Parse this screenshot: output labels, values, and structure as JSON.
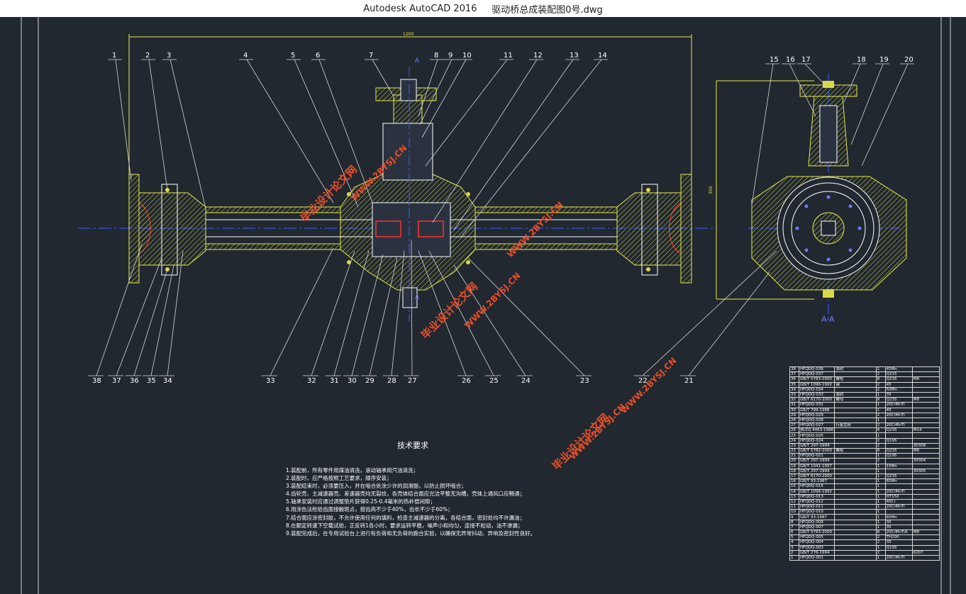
{
  "window": {
    "app_title": "Autodesk AutoCAD 2016",
    "file_name": "驱动桥总成装配图0号.dwg"
  },
  "drawing": {
    "dimension_overall": "1200",
    "section_label": "A-A",
    "section_marker_top": "A",
    "section_marker_bottom": "A",
    "dimension_side": "350",
    "watermark_cn": "毕业设计论文网",
    "watermark_url": "WWW.2BYSJ.CN",
    "balloons_top": [
      "1",
      "2",
      "3",
      "4",
      "5",
      "6",
      "7",
      "8",
      "9",
      "10",
      "11",
      "12",
      "13",
      "14"
    ],
    "balloons_side": [
      "15",
      "16",
      "17",
      "18",
      "19",
      "20"
    ],
    "balloons_bottom": [
      "38",
      "37",
      "36",
      "35",
      "34",
      "33",
      "32",
      "31",
      "30",
      "29",
      "28",
      "27",
      "26",
      "25",
      "24",
      "23",
      "22",
      "21"
    ]
  },
  "tech": {
    "title": "技术要求",
    "lines": [
      "1.装配前，所有零件用煤油清洗，滚动轴承用汽油清洗；",
      "2.装配时，应严格按照工艺要求，顺序安装；",
      "3.装配结束时，必须要压入，并在啮合处涂少许的润滑脂，以防止损坏啮合；",
      "4.齿轮壳、主减速器壳、差速器壳均无裂纹，各壳体结合面应光洁平整无沟槽，壳体上通风口应畅通；",
      "5.轴承安装时应通过调整垫片获得0.25-0.4毫米的热补偿间隙；",
      "6.用涂色法检验齿面接触斑点，按齿高不少于40%，齿长不少于60%；",
      "7.结合面应涂密封胶，不允许使用任何的填料，检查主减速器的分离，各结合面，密封处均不许漏油；",
      "8.在额定转速下空载试验，正反转1各小时，要求运转平稳，噪声小和均匀，连接不松动，油不渗漏；",
      "9.装配完成后，在专用试验台上进行有负荷和无负荷的跑合实验，以确保无异常抖动、异响及密封性良好。"
    ]
  },
  "bom": {
    "rows": [
      [
        "38",
        "HFQDQ-038",
        "油封",
        "1",
        "45Mn",
        ""
      ],
      [
        "37",
        "HFQDQ-037",
        "",
        "2",
        "Q215",
        ""
      ],
      [
        "36",
        "GB/T 5783-2000",
        "螺栓",
        "8",
        "Q235",
        "M8"
      ],
      [
        "35",
        "GB/T 1096-1992",
        "键",
        "2",
        "45",
        ""
      ],
      [
        "34",
        "HFQDQ-034",
        "",
        "2",
        "50Mn",
        ""
      ],
      [
        "33",
        "HFQDQ-033",
        "油封",
        "1",
        "35",
        ""
      ],
      [
        "32",
        "GB/T 6170-2000",
        "螺母",
        "8",
        "Q235",
        "M8"
      ],
      [
        "31",
        "HFQDQ-031",
        "",
        "1",
        "20CrMnTi",
        ""
      ],
      [
        "30",
        "GB/T 799-1988",
        "",
        "1",
        "45",
        ""
      ],
      [
        "29",
        "HFQDQ-029",
        "",
        "2",
        "20CrMnTi",
        ""
      ],
      [
        "28",
        "HFQDQ-028",
        "",
        "1",
        "",
        ""
      ],
      [
        "27",
        "HFQDQ-027",
        "行星齿轮",
        "2",
        "20CrMnTi",
        ""
      ],
      [
        "26",
        "JB/ZQ 4463-1986",
        "",
        "4",
        "Q235",
        "M14"
      ],
      [
        "25",
        "HFQDQ-025",
        "",
        "1",
        "",
        ""
      ],
      [
        "24",
        "HFQDQ-024",
        "",
        "2",
        "Q195",
        ""
      ],
      [
        "23",
        "GB/T 297-1994",
        "",
        "2",
        "",
        "30308"
      ],
      [
        "22",
        "GB/T 5782-2000",
        "螺栓",
        "8",
        "Q235",
        "M8"
      ],
      [
        "21",
        "HFQDQ-021",
        "",
        "1",
        "Q195",
        ""
      ],
      [
        "20",
        "GB/T 297-1994",
        "",
        "2",
        "",
        "30304"
      ],
      [
        "19",
        "GB/T 1041-1997",
        "",
        "1",
        "15Mn",
        ""
      ],
      [
        "18",
        "GB/T 297-1994",
        "",
        "1",
        "",
        "30305"
      ],
      [
        "17",
        "GB/T 6170-2000",
        "",
        "1",
        "Q235",
        ""
      ],
      [
        "16",
        "GB/T 93-1987",
        "",
        "1",
        "65Mn",
        ""
      ],
      [
        "15",
        "HFQDQ-015",
        "",
        "1",
        "",
        ""
      ],
      [
        "14",
        "GB/T 1096-1992",
        "",
        "1",
        "20CrMnTi",
        ""
      ],
      [
        "13",
        "HFQDQ-013",
        "",
        "1",
        "HT150",
        ""
      ],
      [
        "12",
        "HFQDQ-012",
        "",
        "1",
        "40Cr",
        ""
      ],
      [
        "11",
        "HFQDQ-011",
        "",
        "1",
        "20CrMnTi",
        ""
      ],
      [
        "10",
        "HFQDQ-010",
        "",
        "1",
        "",
        ""
      ],
      [
        "9",
        "GB/T 93-1987",
        "",
        "1",
        "65Mn",
        ""
      ],
      [
        "8",
        "HFQDQ-008",
        "",
        "1",
        "35",
        ""
      ],
      [
        "7",
        "HFQDQ-007",
        "",
        "1",
        "35",
        ""
      ],
      [
        "6",
        "GB/T 5783-2000",
        "",
        "8",
        "20CrMnTiA",
        "M8"
      ],
      [
        "5",
        "HFQDQ-005",
        "",
        "2",
        "TH200",
        ""
      ],
      [
        "4",
        "HFQDQ-004",
        "",
        "2",
        "35",
        ""
      ],
      [
        "3",
        "HFQDQ-003",
        "",
        "1",
        "Q195",
        ""
      ],
      [
        "2",
        "GB/T 276-1994",
        "",
        "2",
        "",
        "6207"
      ],
      [
        "1",
        "HFQDQ-001",
        "",
        "1",
        "20CrMnTi",
        ""
      ]
    ]
  }
}
